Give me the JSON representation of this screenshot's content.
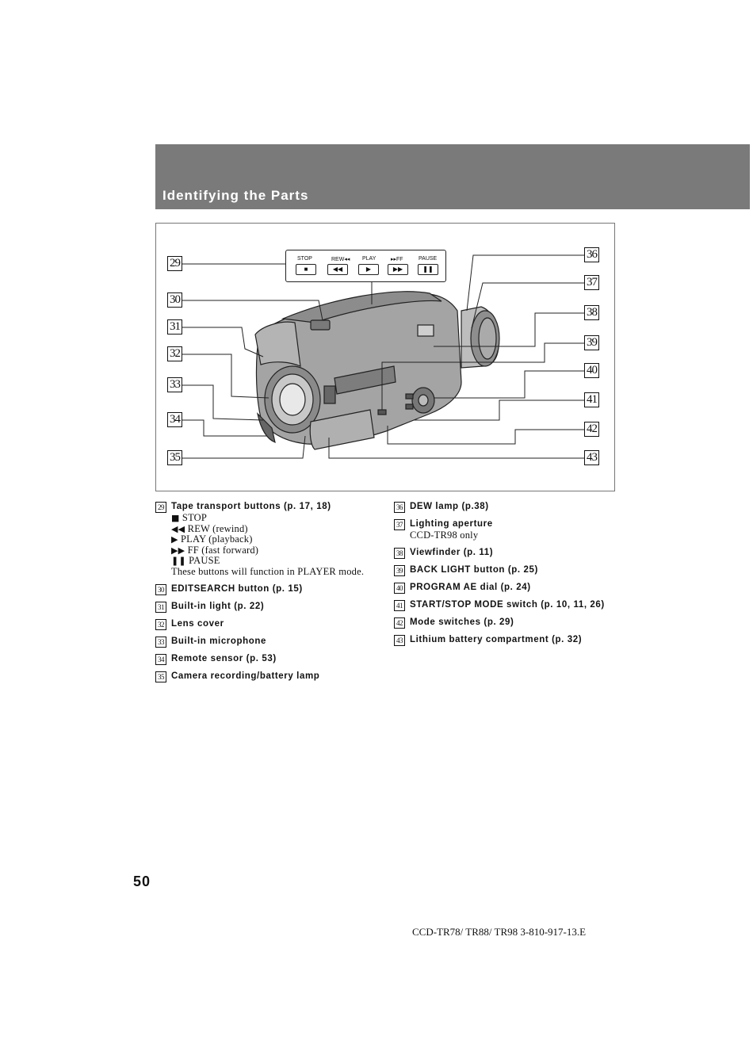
{
  "header": {
    "title": "Identifying the Parts"
  },
  "figure": {
    "transport_labels": {
      "stop": "STOP",
      "rew": "REW◂◂",
      "play": "PLAY",
      "ff": "▸▸FF",
      "pause": "PAUSE"
    },
    "transport_glyphs": {
      "stop": "■",
      "rew": "◀◀",
      "play": "▶",
      "ff": "▶▶",
      "pause": "❚❚"
    },
    "left_numbers": [
      "29",
      "30",
      "31",
      "32",
      "33",
      "34",
      "35"
    ],
    "right_numbers": [
      "36",
      "37",
      "38",
      "39",
      "40",
      "41",
      "42",
      "43"
    ]
  },
  "legend_left": [
    {
      "num": "29",
      "title": "Tape transport buttons (p. 17, 18)",
      "lines": [
        {
          "sym": "■",
          "text": " STOP"
        },
        {
          "sym": "◀◀",
          "text": " REW (rewind)"
        },
        {
          "sym": "▶",
          "text": " PLAY (playback)"
        },
        {
          "sym": "▶▶",
          "text": " FF (fast forward)"
        },
        {
          "sym": "❚❚",
          "text": " PAUSE"
        },
        {
          "sym": "",
          "text": "These buttons will function in PLAYER mode."
        }
      ]
    },
    {
      "num": "30",
      "title": "EDITSEARCH button (p. 15)"
    },
    {
      "num": "31",
      "title": "Built-in light (p. 22)"
    },
    {
      "num": "32",
      "title": "Lens cover"
    },
    {
      "num": "33",
      "title": "Built-in microphone"
    },
    {
      "num": "34",
      "title": "Remote sensor (p. 53)"
    },
    {
      "num": "35",
      "title": "Camera recording/battery lamp"
    }
  ],
  "legend_right": [
    {
      "num": "36",
      "title": "DEW lamp (p.38)"
    },
    {
      "num": "37",
      "title": "Lighting aperture",
      "lines": [
        {
          "sym": "",
          "text": "CCD-TR98 only"
        }
      ]
    },
    {
      "num": "38",
      "title": "Viewfinder (p. 11)"
    },
    {
      "num": "39",
      "title": "BACK LIGHT button (p. 25)"
    },
    {
      "num": "40",
      "title": "PROGRAM AE dial (p. 24)"
    },
    {
      "num": "41",
      "title": "START/STOP MODE switch (p. 10, 11, 26)"
    },
    {
      "num": "42",
      "title": "Mode switches (p. 29)"
    },
    {
      "num": "43",
      "title": "Lithium battery compartment (p. 32)"
    }
  ],
  "page_number": "50",
  "footer": "CCD-TR78/ TR88/ TR98  3-810-917-13.E"
}
